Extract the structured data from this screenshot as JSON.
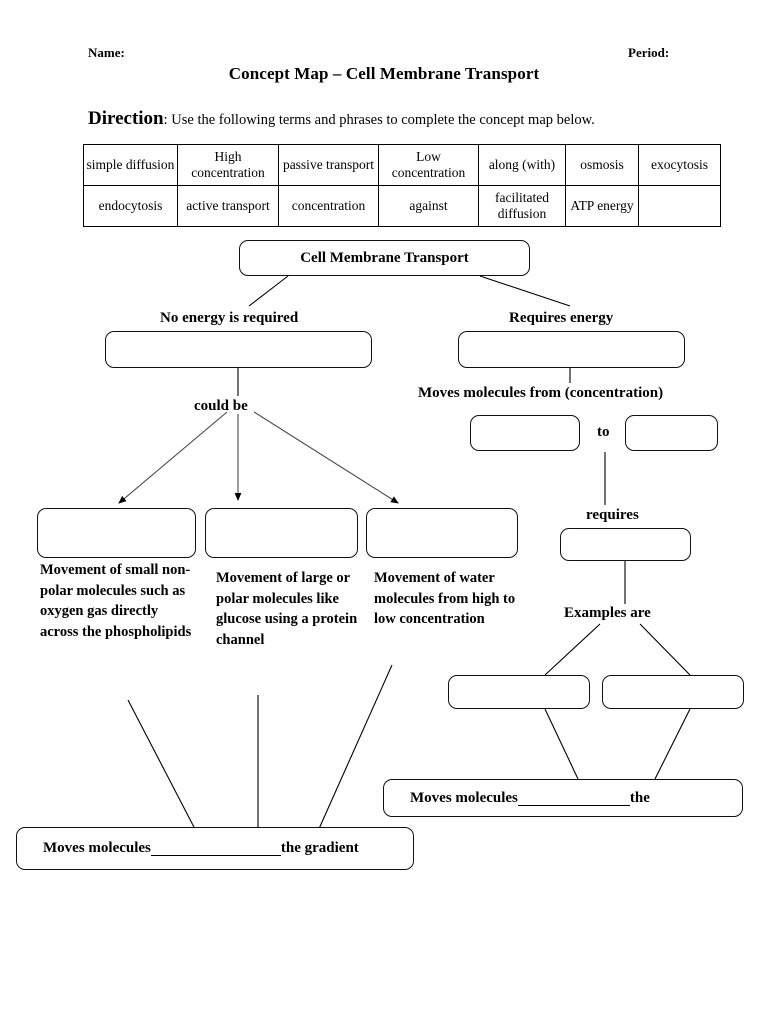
{
  "header": {
    "name_label": "Name:",
    "period_label": "Period:",
    "title": "Concept Map – Cell Membrane Transport",
    "direction_strong": "Direction",
    "direction_text": ": Use the following terms and phrases to complete the concept map below."
  },
  "word_bank": {
    "rows": [
      [
        "simple diffusion",
        "High concentration",
        "passive transport",
        "Low concentration",
        "along (with)",
        "osmosis",
        "exocytosis"
      ],
      [
        "endocytosis",
        "active transport",
        "concentration",
        "against",
        "facilitated diffusion",
        "ATP energy",
        ""
      ]
    ]
  },
  "map": {
    "root_label": "Cell Membrane Transport",
    "branch_left_label": "No energy is required",
    "branch_right_label": "Requires energy",
    "branch_left_blank": "",
    "branch_right_blank": "",
    "could_be_label": "could be",
    "moves_from_label": "Moves molecules from (concentration)",
    "from_blank": "",
    "to_label": "to",
    "to_blank": "",
    "requires_label": "requires",
    "requires_blank": "",
    "examples_label": "Examples are",
    "example_blank_1": "",
    "example_blank_2": "",
    "type_blank_1": "",
    "type_blank_2": "",
    "type_blank_3": "",
    "desc_1": "Movement of small non-polar molecules such as oxygen gas directly across the phospholipids",
    "desc_2": "Movement of large or polar molecules like glucose using a protein channel",
    "desc_3": "Movement of water molecules from high to low concentration",
    "bottom_left_prefix": "Moves molecules ",
    "bottom_left_suffix": "the gradient",
    "bottom_right_prefix": "Moves molecules ",
    "bottom_right_suffix": " the"
  },
  "colors": {
    "ink": "#000000",
    "box_stroke": "#111111",
    "paper": "#ffffff"
  }
}
